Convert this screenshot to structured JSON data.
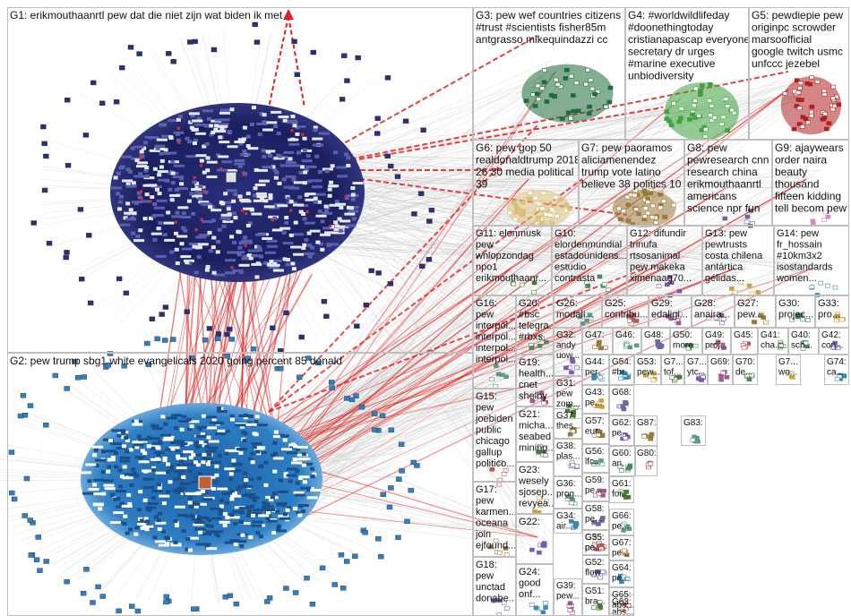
{
  "groups": [
    {
      "id": "G1",
      "lines": [
        "G1: erikmouthaanrtl pew dat die niet zijn wat biden ik met"
      ]
    },
    {
      "id": "G2",
      "lines": [
        "G2: pew trump sbg1 white evangelicals 2020 going percent 85 donald"
      ]
    },
    {
      "id": "G3",
      "lines": [
        "G3: pew wef countries citizens",
        "#trust #scientists fisher85m",
        "antgrasso mikequindazzi cc"
      ]
    },
    {
      "id": "G4",
      "lines": [
        "G4: #worldwildlifeday",
        "#doonethingtoday",
        "cristianapascap everyone",
        "secretary dr urges",
        "#marine executive",
        "unbiodiversity"
      ]
    },
    {
      "id": "G5",
      "lines": [
        "G5: pewdiepie pew",
        "originpc scrowder",
        "marsoofficial",
        "google twitch usmc",
        "unfccc jezebel"
      ]
    },
    {
      "id": "G6",
      "lines": [
        "G6: pew gop 50",
        "realdonaldtrump 2018",
        "26 30 media political",
        "39"
      ]
    },
    {
      "id": "G7",
      "lines": [
        "G7: pew paoramos",
        "aliciamenendez",
        "trump vote latino",
        "believe 38 politics 10"
      ]
    },
    {
      "id": "G8",
      "lines": [
        "G8: pew",
        "pewresearch cnn",
        "research china",
        "erikmouthaanrtl",
        "americans",
        "science npr fun"
      ]
    },
    {
      "id": "G9",
      "lines": [
        "G9: ajaywears",
        "order naira",
        "beauty",
        "thousand",
        "fifteen kidding",
        "tell becom pew"
      ]
    },
    {
      "id": "G10",
      "lines": [
        "G10:",
        "elordenmundial",
        "estadounidens...",
        "estudio",
        "contrasta"
      ]
    },
    {
      "id": "G11",
      "lines": [
        "G11: elonmusk",
        "pew",
        "wnlopzondag",
        "npo1",
        "erikmouthaanr..."
      ]
    },
    {
      "id": "G12",
      "lines": [
        "G12: difundir",
        "trinufa",
        "rtsosanimal",
        "pew makeka",
        "ximenaag70..."
      ]
    },
    {
      "id": "G13",
      "lines": [
        "G13: pew",
        "pewtrusts",
        "costa chilena",
        "antártica",
        "gélidas..."
      ]
    },
    {
      "id": "G14",
      "lines": [
        "G14: pew",
        "fr_hossain",
        "#10km3x2",
        "isostandards",
        "women..."
      ]
    },
    {
      "id": "G15",
      "lines": [
        "G15:",
        "pew",
        "joebiden",
        "public",
        "chicago",
        "gallup",
        "politico..."
      ]
    },
    {
      "id": "G16",
      "lines": [
        "G16:",
        "pew",
        "interpol...",
        "interpol...",
        "interpol...",
        "interpol..."
      ]
    },
    {
      "id": "G17",
      "lines": [
        "G17:",
        "pew",
        "karmen...",
        "oceana",
        "join",
        "ejfound..."
      ]
    },
    {
      "id": "G18",
      "lines": [
        "G18:",
        "pew",
        "unctad",
        "donabe..."
      ]
    },
    {
      "id": "G19",
      "lines": [
        "G19:",
        "health...",
        "cnet",
        "shelby"
      ]
    },
    {
      "id": "G20",
      "lines": [
        "G20:",
        "#bsc",
        "telegra...",
        "#rbxs"
      ]
    },
    {
      "id": "G21",
      "lines": [
        "G21:",
        "micha...",
        "seabed",
        "mining..."
      ]
    },
    {
      "id": "G22",
      "lines": [
        "G22:"
      ]
    },
    {
      "id": "G23",
      "lines": [
        "G23:",
        "wesely",
        "sjosep...",
        "revyea..."
      ]
    },
    {
      "id": "G24",
      "lines": [
        "G24:",
        "good",
        "onf..."
      ]
    },
    {
      "id": "G25",
      "lines": [
        "G25:",
        "contribu..."
      ]
    },
    {
      "id": "G26",
      "lines": [
        "G26:",
        "modali..."
      ]
    },
    {
      "id": "G27",
      "lines": [
        "G27:",
        "pew..."
      ]
    },
    {
      "id": "G28",
      "lines": [
        "G28:",
        "anaira..."
      ]
    },
    {
      "id": "G29",
      "lines": [
        "G29:",
        "edaligi..."
      ]
    },
    {
      "id": "G30",
      "lines": [
        "G30:",
        "projec..."
      ]
    },
    {
      "id": "G31",
      "lines": [
        "G31:",
        "pew",
        "zom..."
      ]
    },
    {
      "id": "G32",
      "lines": [
        "G32:",
        "andy",
        "uow..."
      ]
    },
    {
      "id": "G33",
      "lines": [
        "G33:",
        "pro..."
      ]
    },
    {
      "id": "G34",
      "lines": [
        "G34:",
        "air..."
      ]
    },
    {
      "id": "G35",
      "lines": [
        "G35:",
        "pe..."
      ]
    },
    {
      "id": "G36",
      "lines": [
        "G36:",
        "prog..."
      ]
    },
    {
      "id": "G37",
      "lines": [
        "G37:",
        "thes..."
      ]
    },
    {
      "id": "G38",
      "lines": [
        "G38:",
        "plas..."
      ]
    },
    {
      "id": "G39",
      "lines": [
        "G39:",
        "pew..."
      ]
    },
    {
      "id": "G40",
      "lines": [
        "G40:",
        "sch..."
      ]
    },
    {
      "id": "G41",
      "lines": [
        "G41:",
        "cha..."
      ]
    },
    {
      "id": "G42",
      "lines": [
        "G42:",
        "con..."
      ]
    },
    {
      "id": "G43",
      "lines": [
        "G43:",
        "pe..."
      ]
    },
    {
      "id": "G44",
      "lines": [
        "G44:",
        "per..."
      ]
    },
    {
      "id": "G45",
      "lines": [
        "G45:"
      ]
    },
    {
      "id": "G46",
      "lines": [
        "G46:"
      ]
    },
    {
      "id": "G47",
      "lines": [
        "G47:"
      ]
    },
    {
      "id": "G48",
      "lines": [
        "G48:"
      ]
    },
    {
      "id": "G49",
      "lines": [
        "G49:",
        "proj..."
      ]
    },
    {
      "id": "G50",
      "lines": [
        "G50:",
        "more"
      ]
    },
    {
      "id": "G51",
      "lines": [
        "G51:",
        "bra..."
      ]
    },
    {
      "id": "G52",
      "lines": [
        "G52:",
        "flow"
      ]
    },
    {
      "id": "G53",
      "lines": [
        "G53:",
        "pew..."
      ]
    },
    {
      "id": "G54",
      "lines": [
        "G54:",
        "#br..."
      ]
    },
    {
      "id": "G55",
      "lines": [
        "G55:",
        "pe..."
      ]
    },
    {
      "id": "G56",
      "lines": [
        "G56:",
        "lfc..."
      ]
    },
    {
      "id": "G57",
      "lines": [
        "G57:",
        "eur..."
      ]
    },
    {
      "id": "G58",
      "lines": [
        "G58:",
        "pe..."
      ]
    },
    {
      "id": "G59",
      "lines": [
        "G59:",
        "pe..."
      ]
    },
    {
      "id": "G60",
      "lines": [
        "G60:",
        "an..."
      ]
    },
    {
      "id": "G61",
      "lines": [
        "G61:",
        "for..."
      ]
    },
    {
      "id": "G62",
      "lines": [
        "G62:",
        "pe..."
      ]
    },
    {
      "id": "G63",
      "lines": [
        "G63:",
        "abs..."
      ]
    },
    {
      "id": "G64",
      "lines": [
        "G64:",
        "pe..."
      ]
    },
    {
      "id": "G65",
      "lines": [
        "G65:",
        "abs..."
      ]
    },
    {
      "id": "G66",
      "lines": [
        "G66:",
        "pe..."
      ]
    },
    {
      "id": "G67",
      "lines": [
        "G67:",
        "pe..."
      ]
    },
    {
      "id": "G68",
      "lines": [
        "G68:"
      ]
    },
    {
      "id": "G69",
      "lines": [
        "G69:"
      ]
    },
    {
      "id": "G70",
      "lines": [
        "G70:",
        "de..."
      ]
    },
    {
      "id": "G7x",
      "lines": [
        "G7...",
        "tof..."
      ]
    },
    {
      "id": "G7y",
      "lines": [
        "G7...",
        "ytc..."
      ]
    },
    {
      "id": "G7z",
      "lines": [
        "G7...",
        "wo..."
      ]
    },
    {
      "id": "G74",
      "lines": [
        "G74:",
        "ca..."
      ]
    },
    {
      "id": "G80",
      "lines": [
        "G80:"
      ]
    },
    {
      "id": "G83",
      "lines": [
        "G83:"
      ]
    },
    {
      "id": "G87",
      "lines": [
        "G87:"
      ]
    }
  ],
  "legend_colors": {
    "inter_group_edge": "#e02020",
    "intra_group_edge": "#c8c8c8",
    "box_border": "#bfbfbf",
    "g1_cluster": "#1b1f5e",
    "g2_cluster": "#2e7fc4",
    "g3_cluster": "#1f6b3c",
    "g4_cluster": "#3ea33e",
    "g5_cluster": "#b02020",
    "g6_cluster": "#d9c07a",
    "g9_cluster": "#d888c0"
  }
}
